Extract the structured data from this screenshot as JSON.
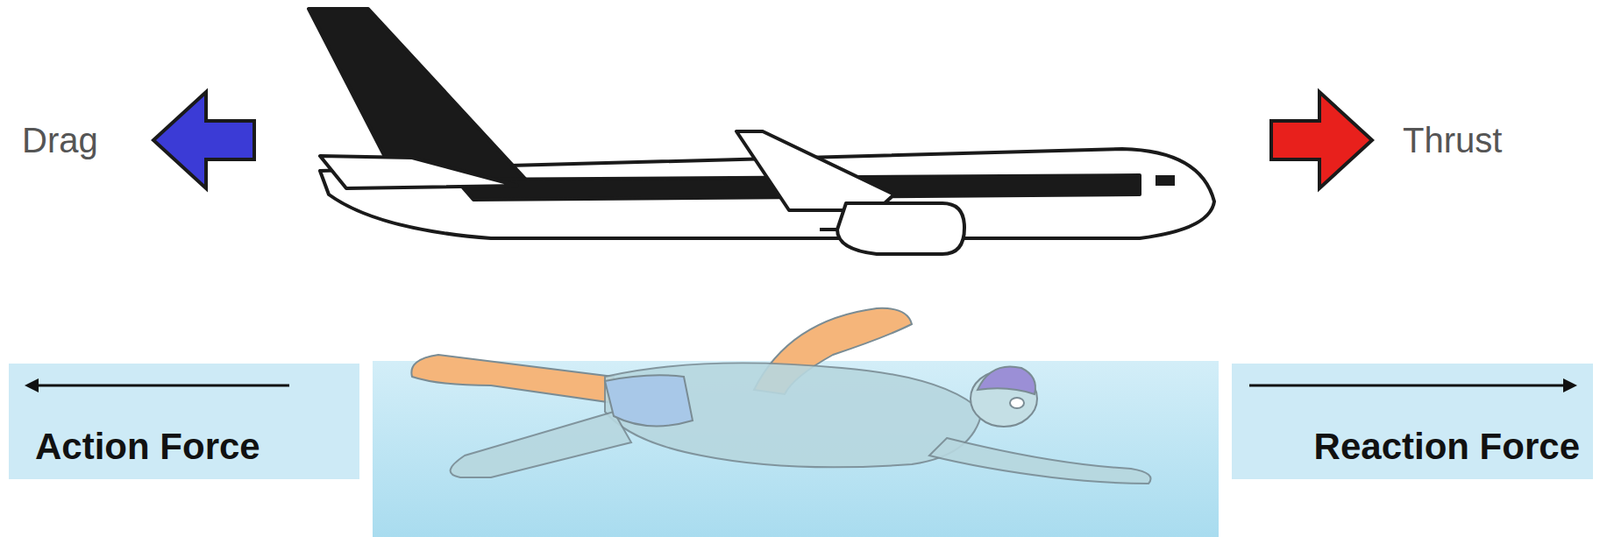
{
  "diagram": {
    "nodes": [
      {
        "text": [
          "Action Force"
        ]
      },
      {
        "text": [
          "Reaction Force"
        ]
      }
    ],
    "labels": [
      "Drag",
      "Thrust"
    ]
  }
}
